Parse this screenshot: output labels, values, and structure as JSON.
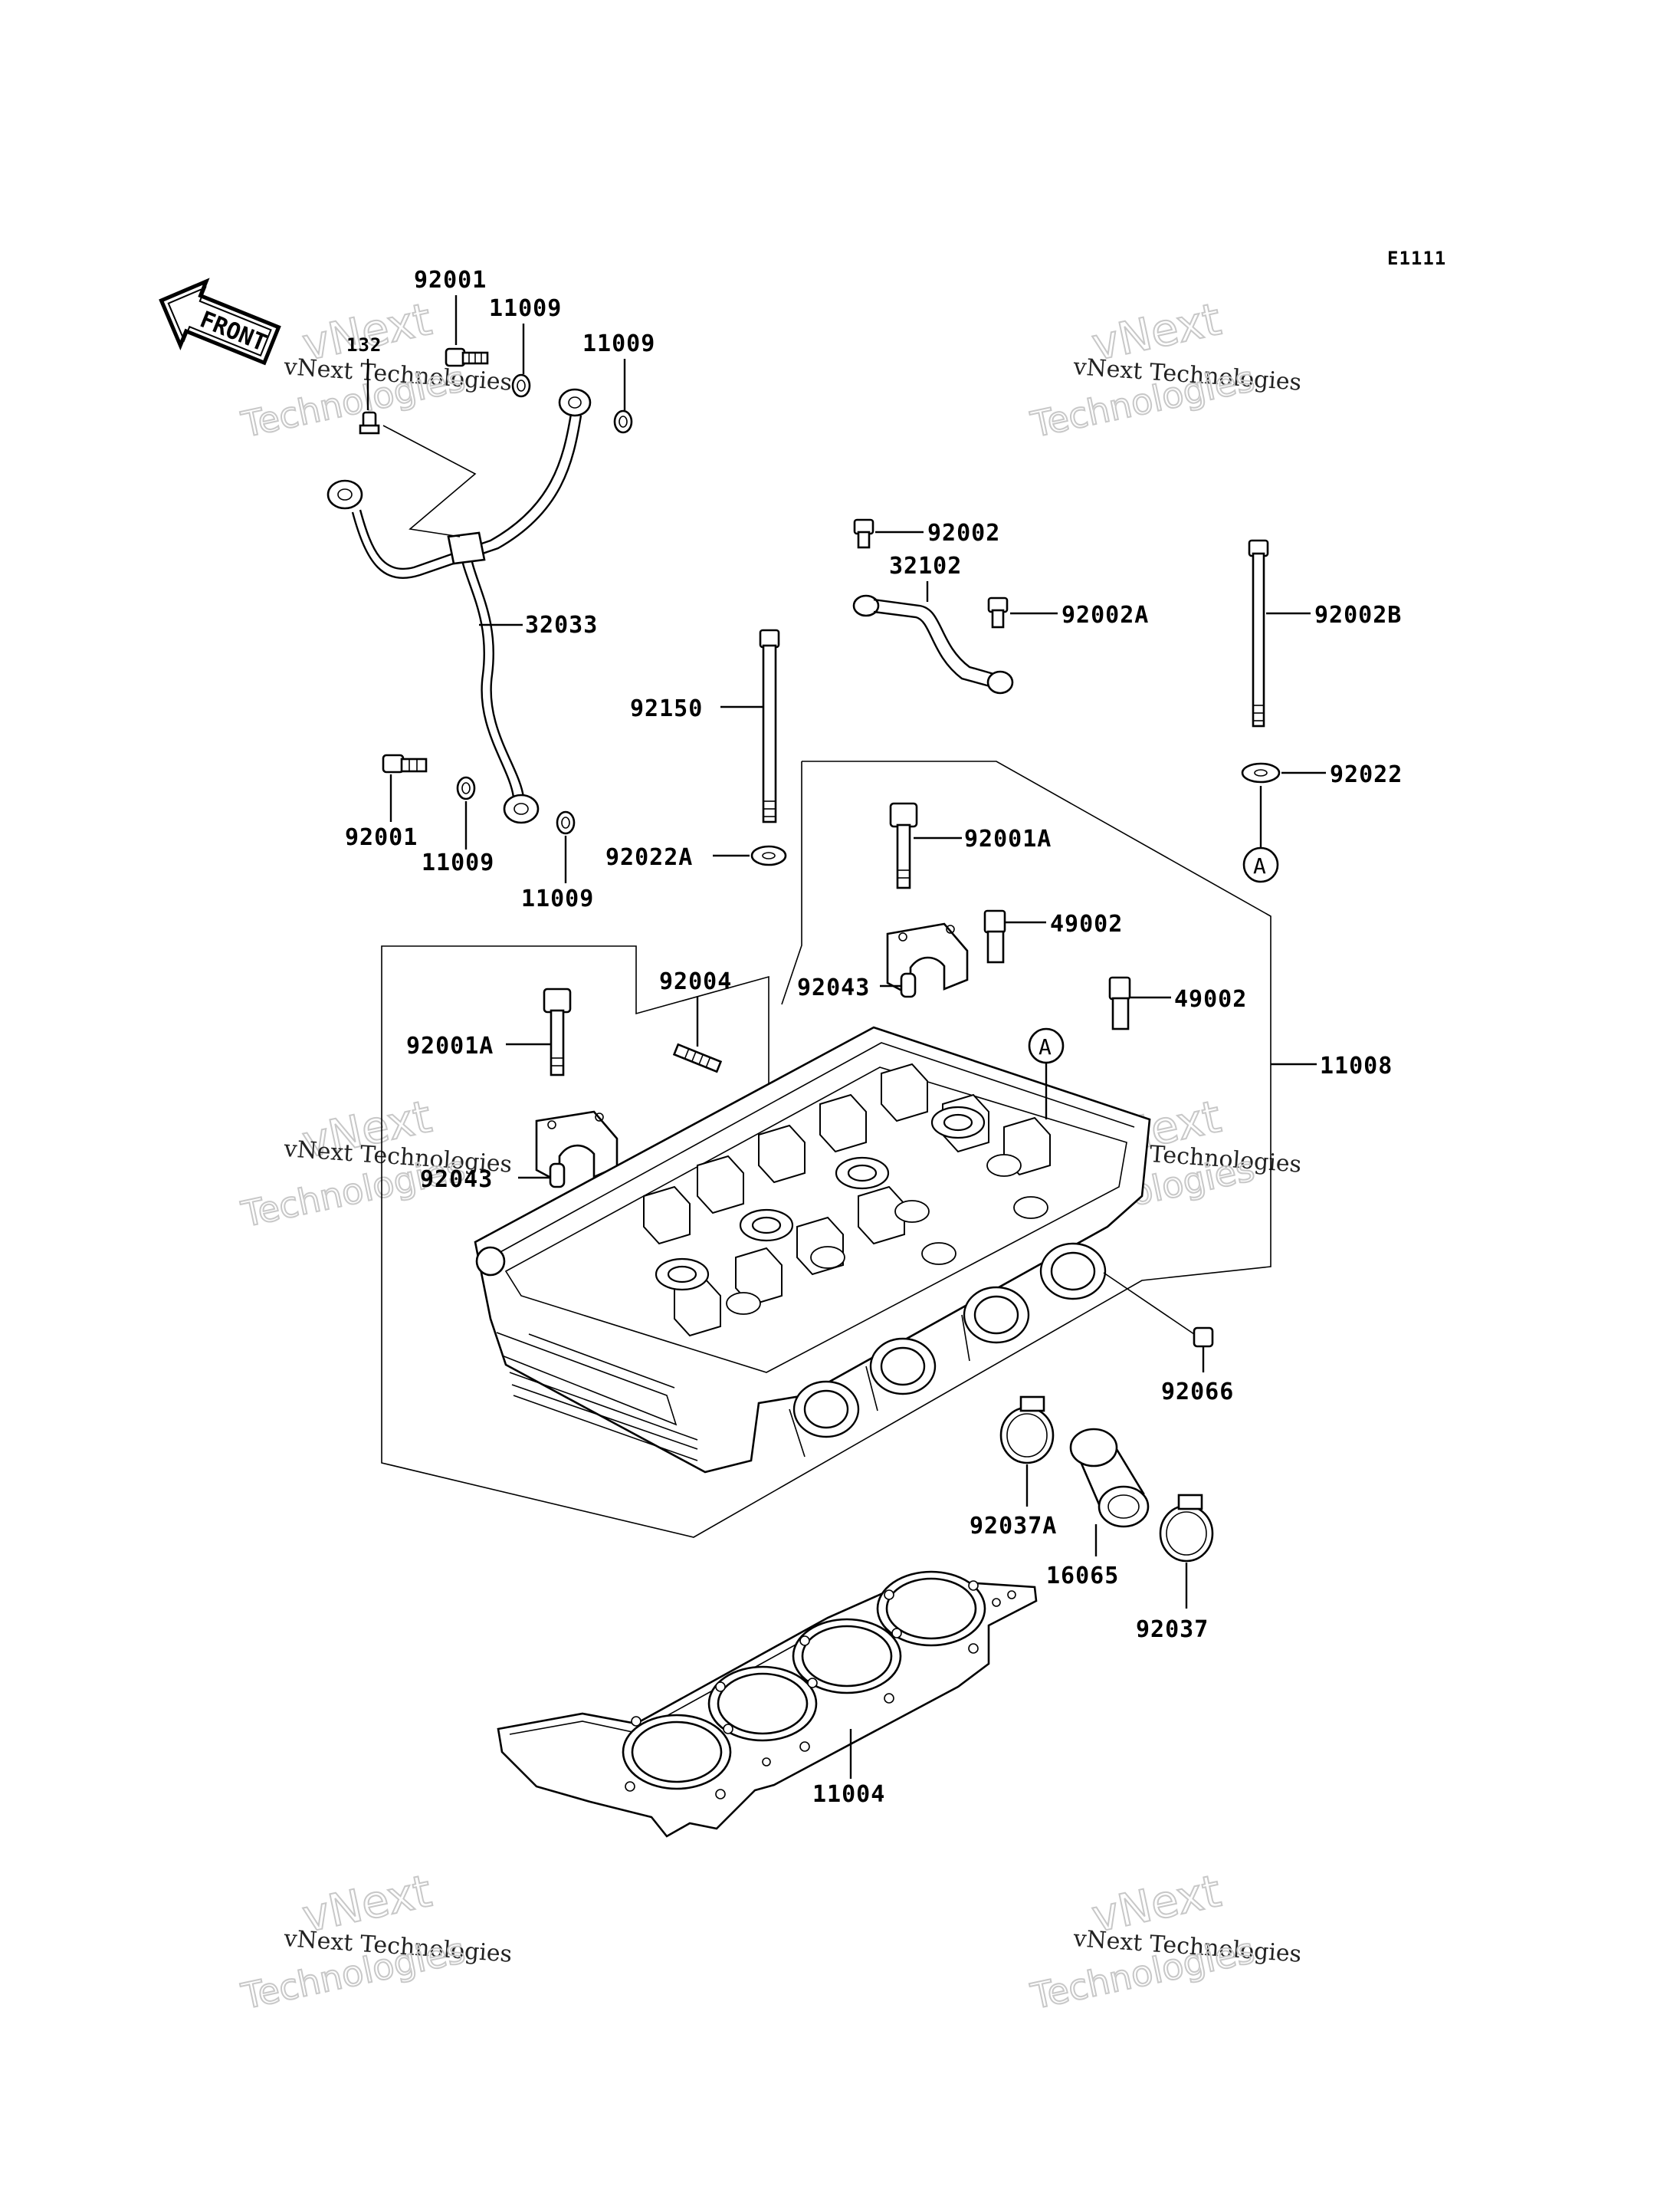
{
  "diagram_code": "E1111",
  "front_arrow_label": "FRONT",
  "callout_marker": "A",
  "watermark": {
    "line1": "vNext",
    "line2": "vNext Technologies",
    "line3": "Technologies"
  },
  "parts": {
    "p92001_top": "92001",
    "p11009_a": "11009",
    "p11009_b": "11009",
    "p132": "132",
    "p32033": "32033",
    "p92001_bottom": "92001",
    "p11009_c": "11009",
    "p11009_d": "11009",
    "p92002": "92002",
    "p32102": "32102",
    "p92002A": "92002A",
    "p92002B": "92002B",
    "p92150": "92150",
    "p92022": "92022",
    "p92022A": "92022A",
    "p92001A_right": "92001A",
    "p49002_a": "49002",
    "p49002_b": "49002",
    "p92043_right": "92043",
    "p92004": "92004",
    "p92001A_left": "92001A",
    "p92043_left": "92043",
    "p11008": "11008",
    "p92066": "92066",
    "p92037A": "92037A",
    "p16065": "16065",
    "p92037": "92037",
    "p11004": "11004"
  }
}
